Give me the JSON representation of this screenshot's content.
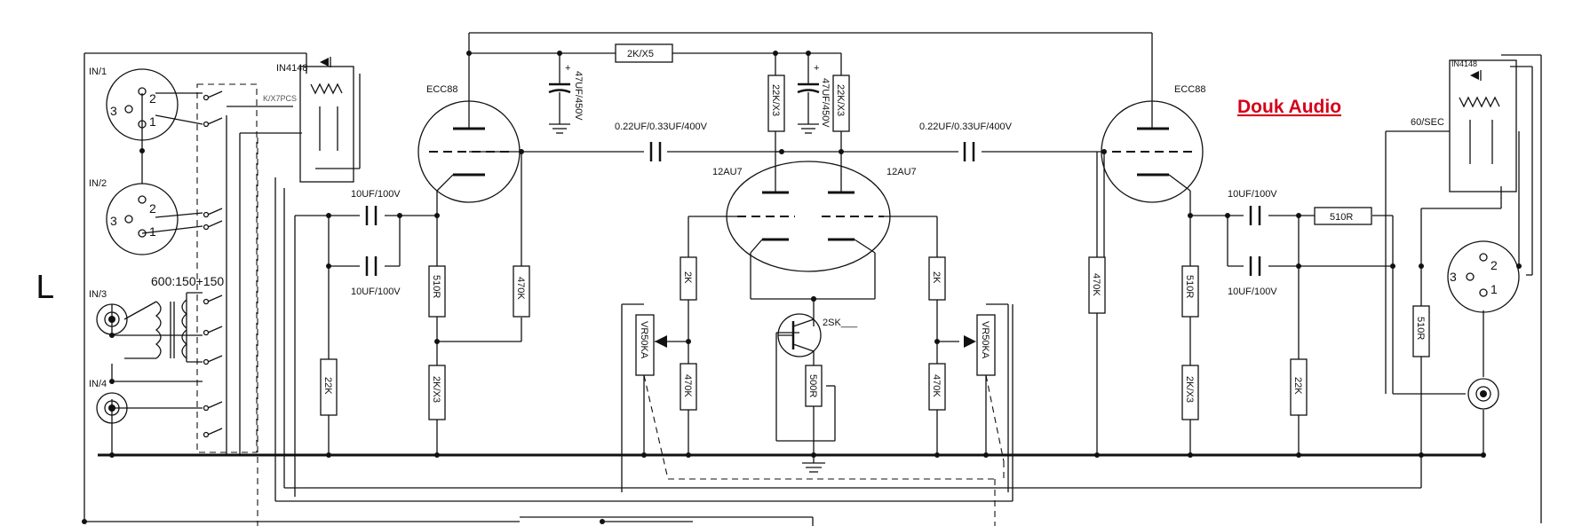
{
  "channel_label": "L",
  "brand": "Douk Audio",
  "inputs": [
    "IN/1",
    "IN/2",
    "IN/3",
    "IN/4"
  ],
  "xlr_pins": [
    "1",
    "2",
    "3"
  ],
  "transformer": "600:150+150",
  "relay_in": {
    "diode": "IN4148",
    "name": "K/X7PCS"
  },
  "relay_out": {
    "diode": "IN4148",
    "name": "60/SEC"
  },
  "tubes": {
    "left": "ECC88",
    "right": "ECC88",
    "mid_left": "12AU7",
    "mid_right": "12AU7"
  },
  "parts": {
    "r_top": "2K/X5",
    "r_supply_a": "22K/X3",
    "r_supply_b": "22K/X3",
    "cap_supply_a": "47UF/450V",
    "cap_supply_b": "47UF/450V",
    "cap_couple_left": "0.22UF/0.33UF/400V",
    "cap_couple_right": "0.22UF/0.33UF/400V",
    "cap_in_a": "10UF/100V",
    "cap_in_b": "10UF/100V",
    "cap_out_a": "10UF/100V",
    "cap_out_b": "10UF/100V",
    "r_cath_left": "510R",
    "r_cath_right": "510R",
    "r_grid_left": "470K",
    "r_grid_right": "470K",
    "r_load_left": "2K/X3",
    "r_load_right": "2K/X3",
    "r_in": "22K",
    "r_out": "22K",
    "r_plate_a": "2K",
    "r_plate_b": "2K",
    "r_bias_a": "470K",
    "r_bias_b": "470K",
    "pot_a": "VR50KA",
    "pot_b": "VR50KA",
    "jfet": "2SK___",
    "r_source": "500R",
    "r_series_out": "510R",
    "r_term_out": "510R"
  }
}
